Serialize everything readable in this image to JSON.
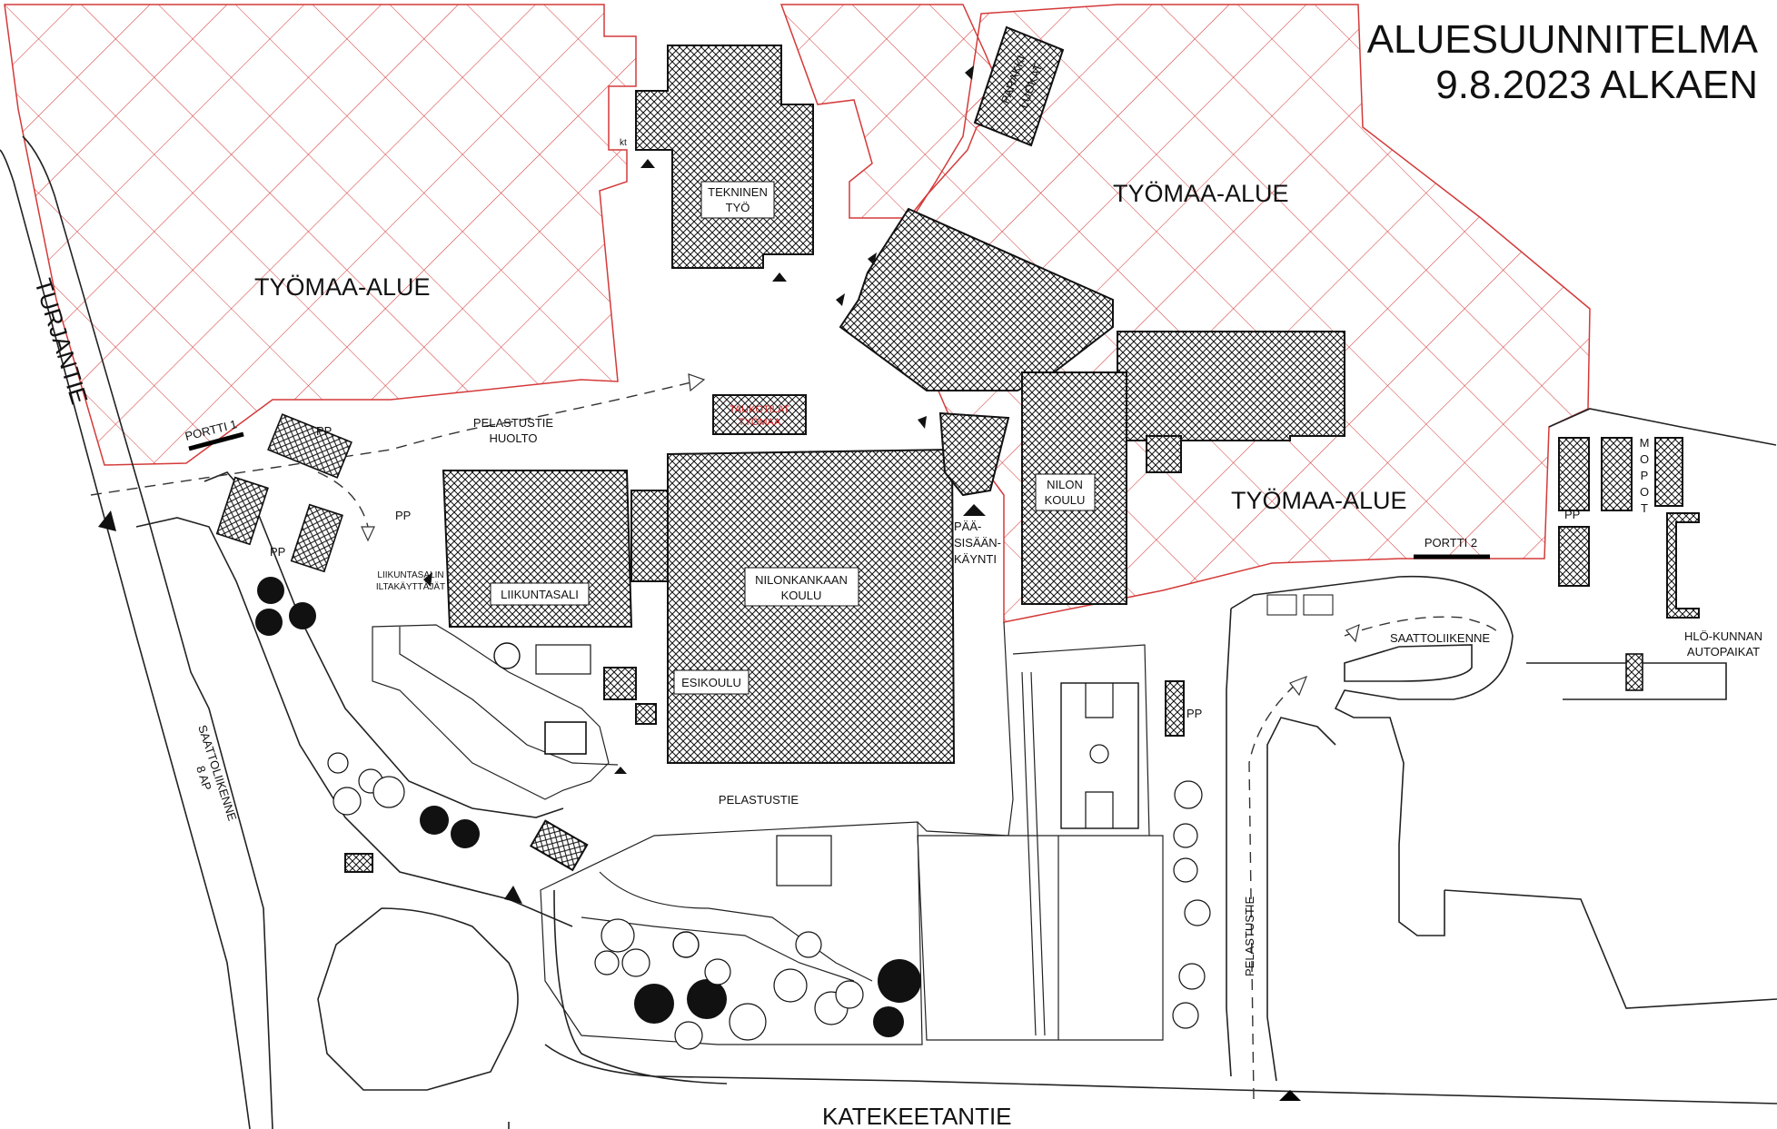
{
  "title": {
    "line1": "ALUESUUNNITELMA",
    "line2": "9.8.2023 ALKAEN"
  },
  "zones": {
    "site_left": "TYÖMAA-ALUE",
    "site_top_right": "TYÖMAA-ALUE",
    "site_bottom_right": "TYÖMAA-ALUE"
  },
  "buildings": {
    "tekninen_1": "TEKNINEN",
    "tekninen_2": "TYÖ",
    "parakki_1": "PARAKKI",
    "parakki_2": "LUOKAT",
    "main_1": "NILONKANKAAN",
    "main_2": "KOULU",
    "liikuntasali": "LIIKUNTASALI",
    "esikoulu": "ESIKOULU",
    "nilon_1": "NILON",
    "nilon_2": "KOULU",
    "tauko_1": "TAUKOTILAT",
    "tauko_2": "TYÖMAA"
  },
  "roads": {
    "turjantie": "TURJANTIE",
    "katekeetantie": "KATEKEETANTIE",
    "pelastustie_bottom": "PELASTUSTIE",
    "pelastustie_right": "PELASTUSTIE",
    "pelastustie_huolto_1": "PELASTUSTIE",
    "pelastustie_huolto_2": "HUOLTO",
    "saattoliikenne": "SAATTOLIIKENNE",
    "saattoliikenne_8ap_1": "SAATTOLIIKENNE",
    "saattoliikenne_8ap_2": "8 AP"
  },
  "gates": {
    "portti1": "PORTTI 1",
    "portti2": "PORTTI 2"
  },
  "labels": {
    "pp1": "PP",
    "pp2": "PP",
    "pp3": "PP",
    "pp4": "PP",
    "pp5": "PP",
    "mopot": [
      "M",
      "O",
      "P",
      "O",
      "T"
    ],
    "paasisaankaynti_1": "PÄÄ-",
    "paasisaankaynti_2": "SISÄÄN-",
    "paasisaankaynti_3": "KÄYNTI",
    "iltakayttajat_1": "LIIKUNTASALIN",
    "iltakayttajat_2": "ILTAKÄYTTÄJÄT",
    "hlo_1": "HLÖ-KUNNAN",
    "hlo_2": "AUTOPAIKAT",
    "kt": "kt"
  },
  "colors": {
    "site_grid": "#d43a3a",
    "outline": "#111111",
    "background": "#ffffff"
  }
}
